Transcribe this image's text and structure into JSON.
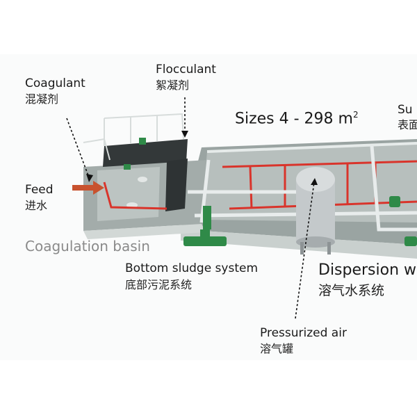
{
  "labels": {
    "coagulant": {
      "en": "Coagulant",
      "zh": "混凝剂"
    },
    "flocculant": {
      "en": "Flocculant",
      "zh": "絮凝剂"
    },
    "sizes": {
      "prefix": "Sizes 4 - 298 m",
      "sup": "2"
    },
    "surface": {
      "en": "Su",
      "zh": "表面"
    },
    "feed": {
      "en": "Feed",
      "zh": "进水"
    },
    "basin": "Coagulation basin",
    "sludge": {
      "en": "Bottom sludge system",
      "zh": "底部污泥系统"
    },
    "dispersion": {
      "en": "Dispersion w",
      "zh": "溶气水系统"
    },
    "air": {
      "en": "Pressurized air",
      "zh": "溶气罐"
    }
  },
  "colors": {
    "basin_floor": "#aeb6b4",
    "wall": "#cfd6d4",
    "pipe_red": "#d9342b",
    "pipe_white": "#e8ecec",
    "green": "#2f8a48",
    "dark": "#2b2f30",
    "tank": "#c4c9cb",
    "feed_arrow": "#c8522e"
  }
}
